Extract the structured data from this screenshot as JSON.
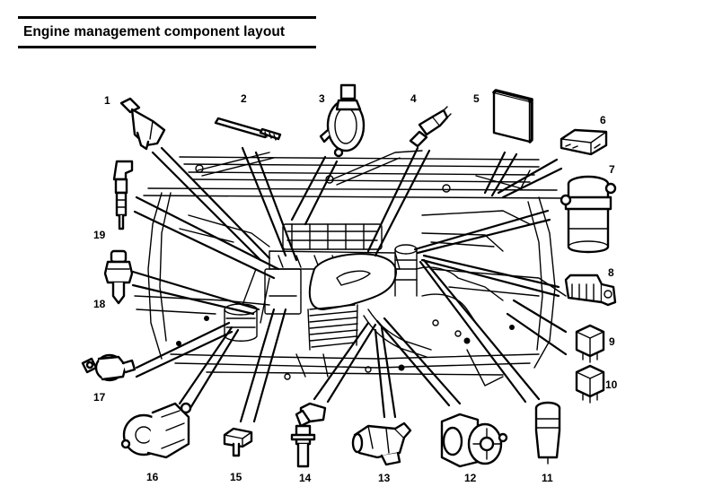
{
  "page": {
    "title": "Engine management component layout"
  },
  "figure": {
    "description": "Engine bay line drawing with numbered component callouts",
    "callouts": [
      {
        "id": 1,
        "label": "1",
        "component": "sensor-connector"
      },
      {
        "id": 2,
        "label": "2",
        "component": "glow-plug"
      },
      {
        "id": 3,
        "label": "3",
        "component": "mass-air-flow-sensor"
      },
      {
        "id": 4,
        "label": "4",
        "component": "temperature-sensor"
      },
      {
        "id": 5,
        "label": "5",
        "component": "engine-control-module"
      },
      {
        "id": 6,
        "label": "6",
        "component": "control-unit"
      },
      {
        "id": 7,
        "label": "7",
        "component": "fuel-filter"
      },
      {
        "id": 8,
        "label": "8",
        "component": "pedal-position-module"
      },
      {
        "id": 9,
        "label": "9",
        "component": "relay"
      },
      {
        "id": 10,
        "label": "10",
        "component": "relay"
      },
      {
        "id": 11,
        "label": "11",
        "component": "pressure-sensor"
      },
      {
        "id": 12,
        "label": "12",
        "component": "throttle-body"
      },
      {
        "id": 13,
        "label": "13",
        "component": "solenoid-valve"
      },
      {
        "id": 14,
        "label": "14",
        "component": "crankshaft-position-sensor"
      },
      {
        "id": 15,
        "label": "15",
        "component": "map-sensor"
      },
      {
        "id": 16,
        "label": "16",
        "component": "high-pressure-fuel-pump"
      },
      {
        "id": 17,
        "label": "17",
        "component": "fuel-temperature-sensor"
      },
      {
        "id": 18,
        "label": "18",
        "component": "oil-pressure-switch"
      },
      {
        "id": 19,
        "label": "19",
        "component": "fuel-injector"
      }
    ]
  }
}
